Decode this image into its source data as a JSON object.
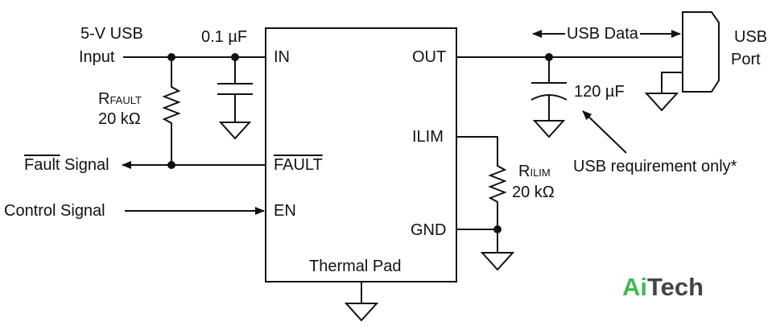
{
  "labels": {
    "input_line1": "5-V USB",
    "input_line2": "Input",
    "cap_in": "0.1 µF",
    "r_fault_name": "R",
    "r_fault_sub": "FAULT",
    "r_fault_value": "20 kΩ",
    "fault_signal_bar": "Fault",
    "fault_signal_rest": " Signal",
    "control_signal": "Control Signal",
    "pin_in": "IN",
    "pin_fault": "FAULT",
    "pin_en": "EN",
    "pin_out": "OUT",
    "pin_ilim": "ILIM",
    "pin_gnd": "GND",
    "thermal_pad": "Thermal Pad",
    "usb_data": "USB Data",
    "usb_port_line1": "USB",
    "usb_port_line2": "Port",
    "cap_out": "120 µF",
    "r_ilim_name": "R",
    "r_ilim_sub": "ILIM",
    "r_ilim_value": "20 kΩ",
    "usb_requirement": "USB requirement only*"
  },
  "logo": {
    "part1": "Ai",
    "part2": "Tech",
    "color1": "#3fb950",
    "color2": "#444444"
  }
}
